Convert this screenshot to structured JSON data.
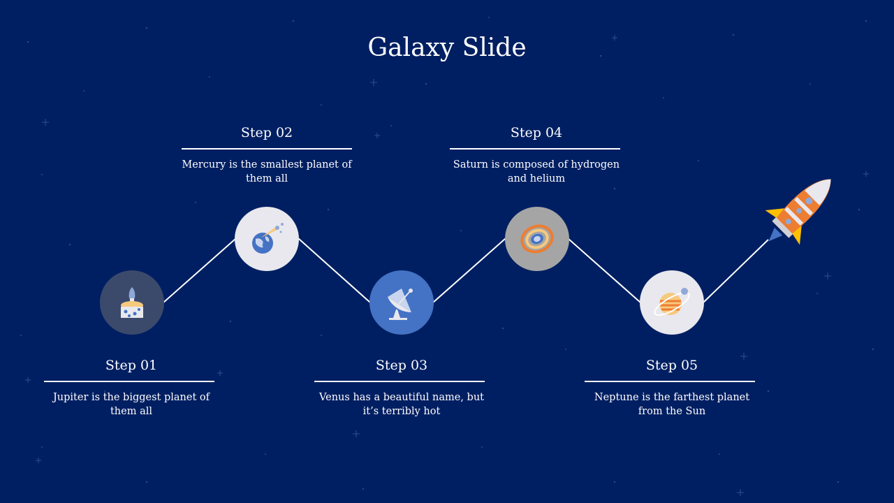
{
  "slide": {
    "title": "Galaxy Slide"
  },
  "steps": [
    {
      "label": "Step 01",
      "text": "Jupiter is the biggest planet of them all",
      "icon": "rocket-launch-icon",
      "circle_color": "#3b4a6b"
    },
    {
      "label": "Step 02",
      "text": "Mercury is the smallest planet of them all",
      "icon": "earth-meteor-icon",
      "circle_color": "#e8e8ee"
    },
    {
      "label": "Step 03",
      "text": "Venus has a beautiful name, but it’s terribly hot",
      "icon": "satellite-dish-icon",
      "circle_color": "#4472c4"
    },
    {
      "label": "Step 04",
      "text": "Saturn is composed of hydrogen and helium",
      "icon": "black-hole-icon",
      "circle_color": "#a5a5a5"
    },
    {
      "label": "Step 05",
      "text": "Neptune is the farthest planet from the Sun",
      "icon": "planet-orbit-icon",
      "circle_color": "#e8e8ee"
    }
  ],
  "decoration": {
    "rocket_icon": "rocket-icon",
    "accent": "#ed7d31"
  }
}
